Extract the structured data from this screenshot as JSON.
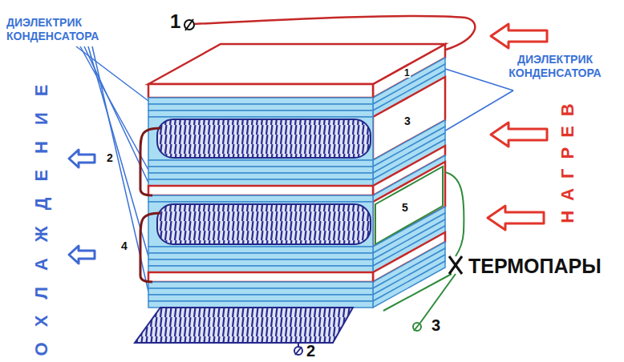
{
  "diagram": {
    "labels": [
      "ДИЭЛЕКТРИК КОНДЕНСАТОРА",
      "1",
      "ДИЭЛЕКТРИК КОНДЕНСАТОРА",
      "1",
      "ОХЛАЖДЕНИЕ",
      "НАГРЕВ",
      "2",
      "3",
      "4",
      "5",
      "ТЕРМОПАРЫ",
      "3",
      "2"
    ]
  }
}
